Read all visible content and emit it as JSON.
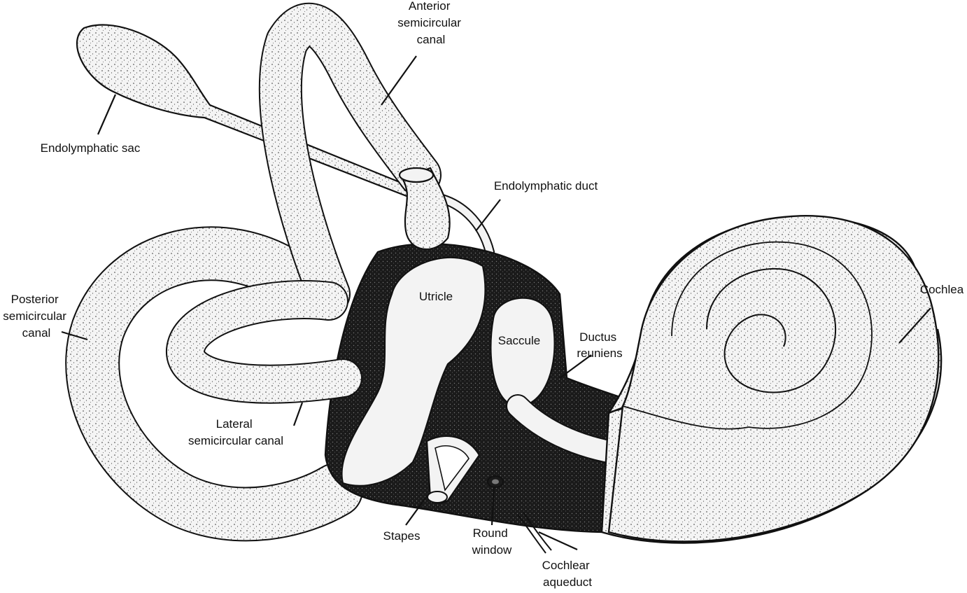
{
  "diagram": {
    "labels": {
      "anterior": [
        "Anterior",
        "semicircular",
        "canal"
      ],
      "endolymphatic_sac": [
        "Endolymphatic sac"
      ],
      "endolymphatic_duct": [
        "Endolymphatic duct"
      ],
      "posterior": [
        "Posterior",
        "semicircular",
        "canal"
      ],
      "utricle": [
        "Utricle"
      ],
      "saccule": [
        "Saccule"
      ],
      "ductus_reuniens": [
        "Ductus",
        "reuniens"
      ],
      "cochlea": [
        "Cochlea"
      ],
      "lateral": [
        "Lateral",
        "semicircular canal"
      ],
      "stapes": [
        "Stapes"
      ],
      "round_window": [
        "Round",
        "window"
      ],
      "cochlear_aqueduct": [
        "Cochlear",
        "aqueduct"
      ]
    },
    "colors": {
      "ink": "#111111",
      "body_fill": "#f3f3f3",
      "cavity": "#1a1a1a",
      "background": "#ffffff"
    }
  }
}
